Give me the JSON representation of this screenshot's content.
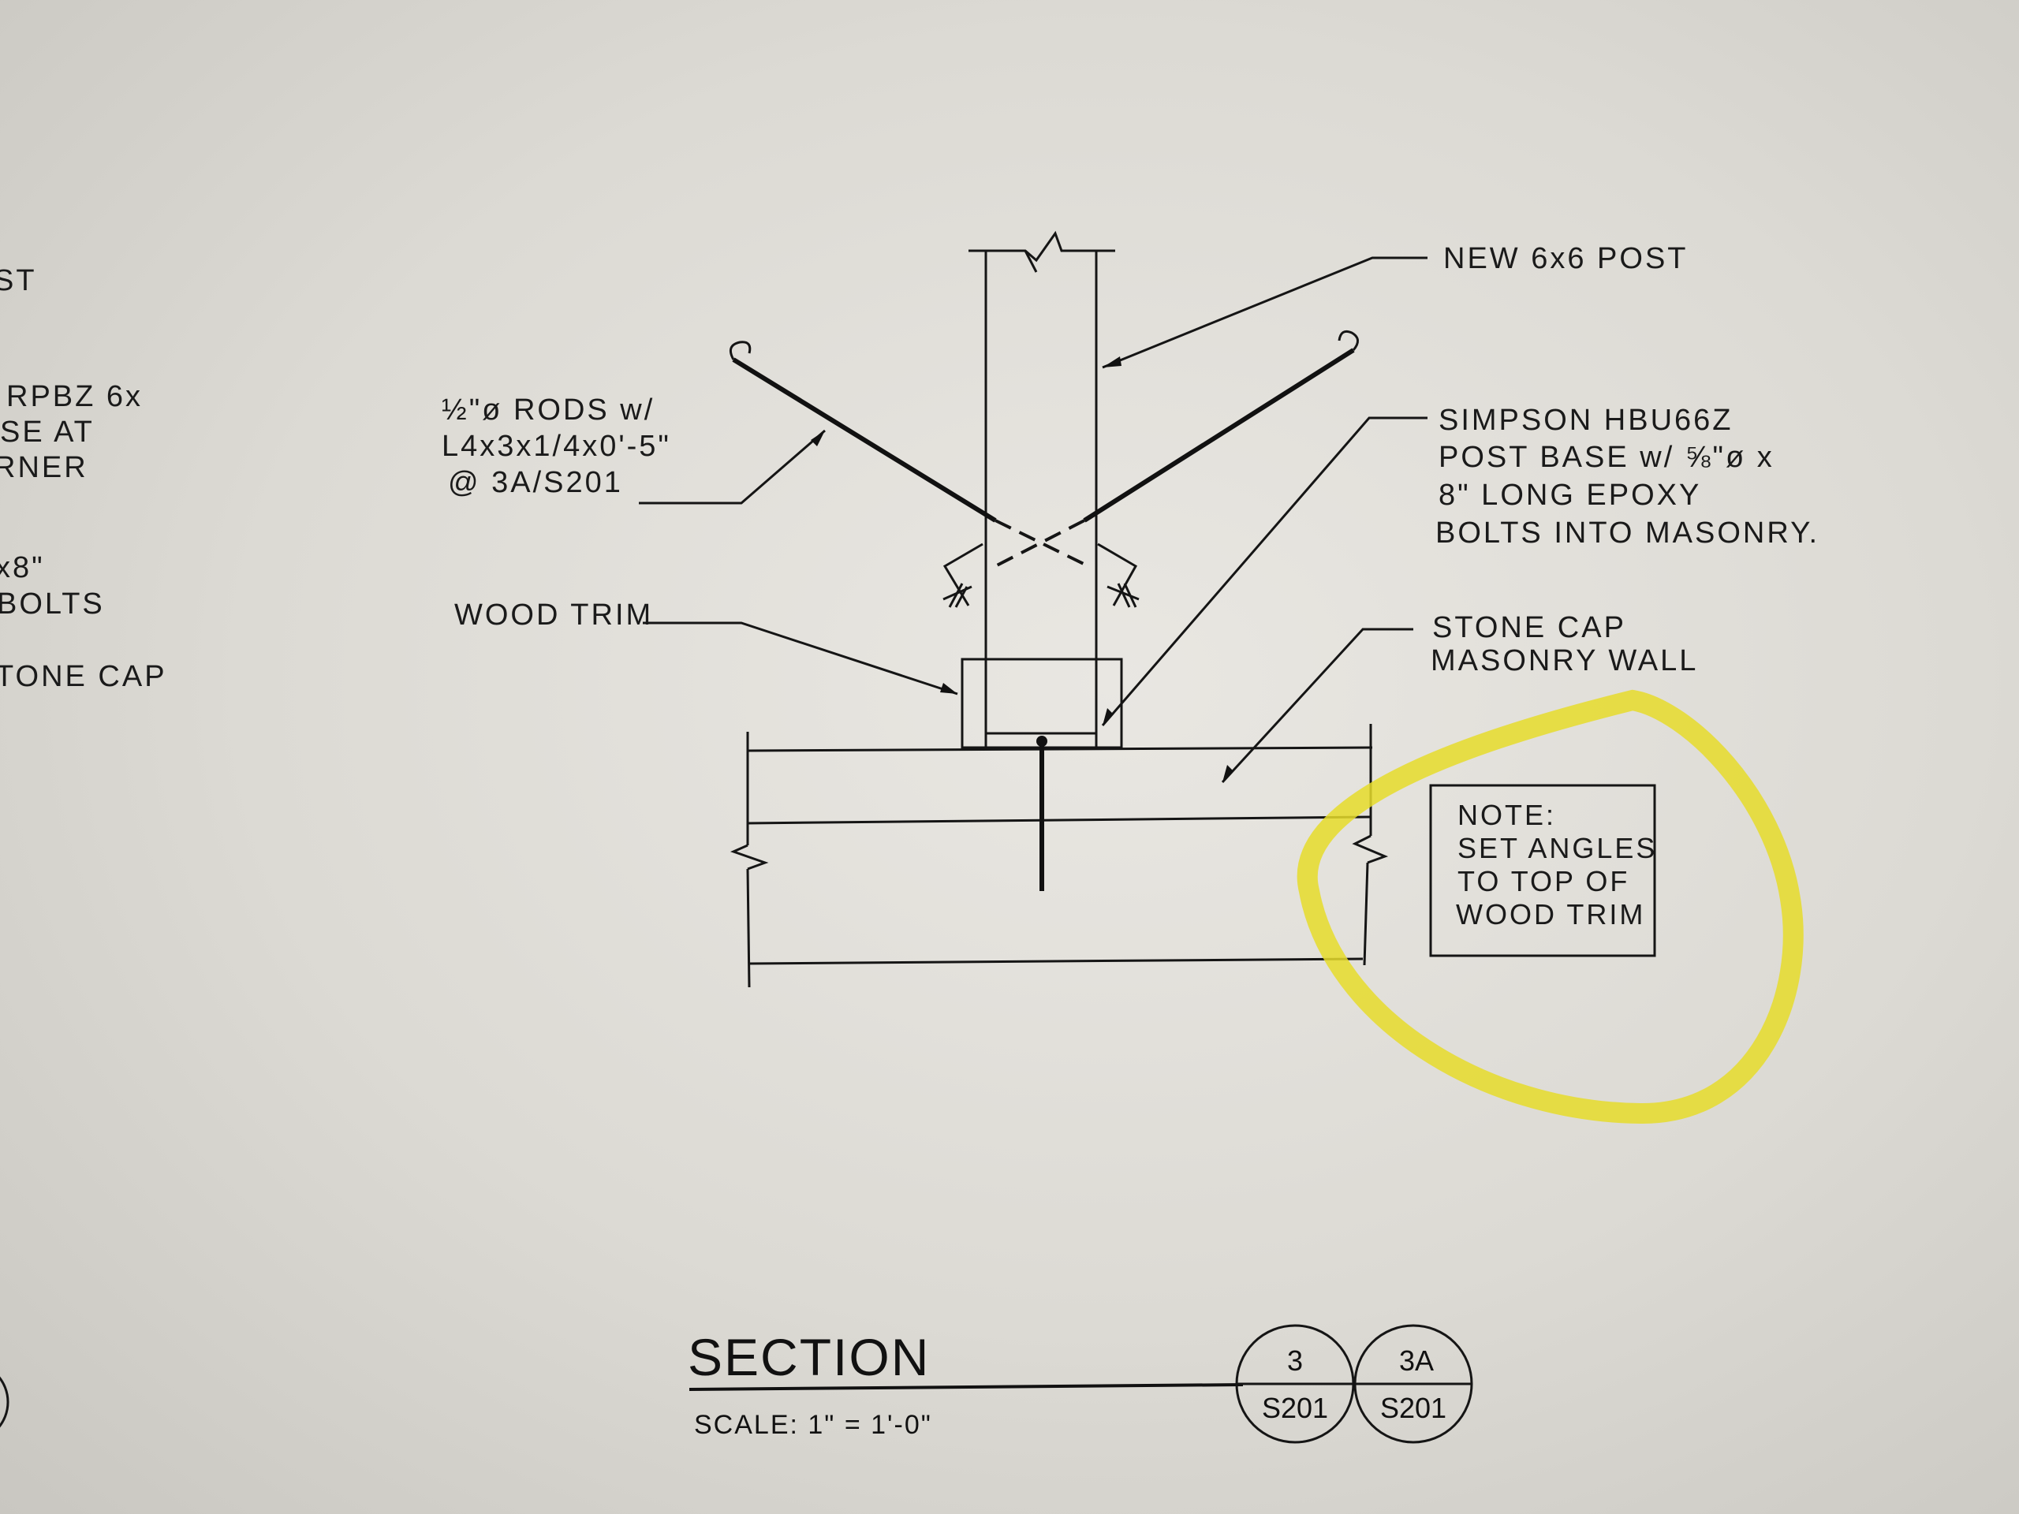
{
  "left_fragments": [
    "ST",
    "RPBZ 6x",
    "SE AT",
    "RNER",
    "x8\"",
    "BOLTS",
    "TONE CAP"
  ],
  "labels": {
    "post": "NEW 6x6 POST",
    "rods_1": "½\"ø RODS w/",
    "rods_2": "L4x3x1/4x0'-5\"",
    "rods_3": "@ 3A/S201",
    "simpson_1": "SIMPSON HBU66Z",
    "simpson_2": "POST BASE w/ ⅝\"ø x",
    "simpson_3": "8\" LONG EPOXY",
    "simpson_4": "BOLTS INTO MASONRY.",
    "wood_trim": "WOOD TRIM",
    "stone_cap": "STONE CAP",
    "masonry_wall": "MASONRY WALL"
  },
  "note": {
    "line1": "NOTE:",
    "line2": "SET ANGLES",
    "line3": "TO TOP OF",
    "line4": "WOOD TRIM"
  },
  "title": {
    "text": "SECTION",
    "scale": "SCALE: 1\" = 1'-0\""
  },
  "callouts": [
    {
      "top": "3",
      "bottom": "S201"
    },
    {
      "top": "3A",
      "bottom": "S201"
    }
  ],
  "colors": {
    "highlight": "#e6dc2a",
    "linework": "#151515",
    "screen": "#e3e1dc"
  }
}
